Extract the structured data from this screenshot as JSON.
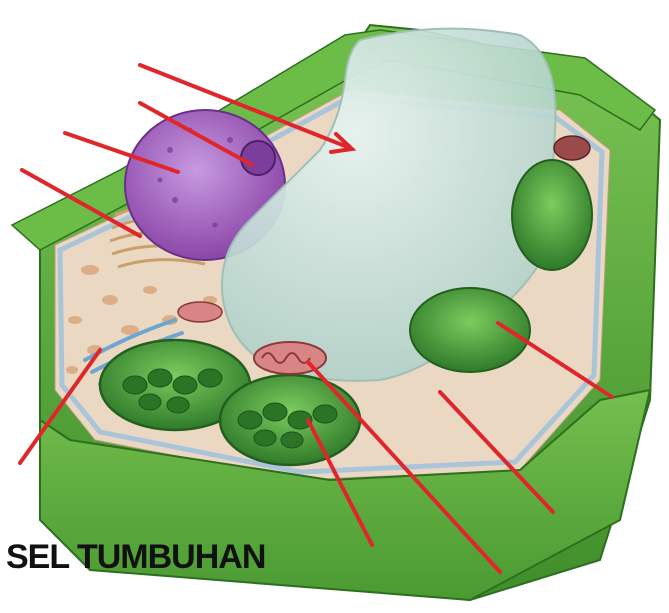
{
  "diagram": {
    "caption": "SEL TUMBUHAN",
    "label_pointers": [
      {
        "name": "pointer-vacuole"
      },
      {
        "name": "pointer-nucleolus"
      },
      {
        "name": "pointer-nucleus"
      },
      {
        "name": "pointer-golgi"
      },
      {
        "name": "pointer-endoplasmic-reticulum"
      },
      {
        "name": "pointer-chloroplast"
      },
      {
        "name": "pointer-mitochondrion"
      },
      {
        "name": "pointer-cell-membrane"
      },
      {
        "name": "pointer-cell-wall"
      }
    ],
    "colors": {
      "pointer": "#e0262b",
      "cell_wall": "#5fae3c",
      "cell_wall_dark": "#3d8a28",
      "cytoplasm": "#e9d7c2",
      "vacuole": "#cfe3de",
      "nucleus": "#a35cc0",
      "chloroplast": "#3f8f35",
      "mitochondrion": "#c86a6a",
      "membrane": "#9fc2dd"
    }
  }
}
